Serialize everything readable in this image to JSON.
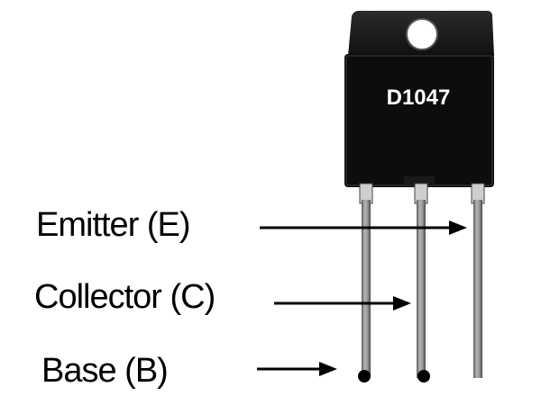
{
  "transistor": {
    "part_number": "D1047",
    "body_color": "#0d0d0d",
    "lead_color": "#8a8a8a"
  },
  "pins": [
    {
      "label": "Emitter (E)"
    },
    {
      "label": "Collector (C)"
    },
    {
      "label": "Base (B)"
    }
  ]
}
